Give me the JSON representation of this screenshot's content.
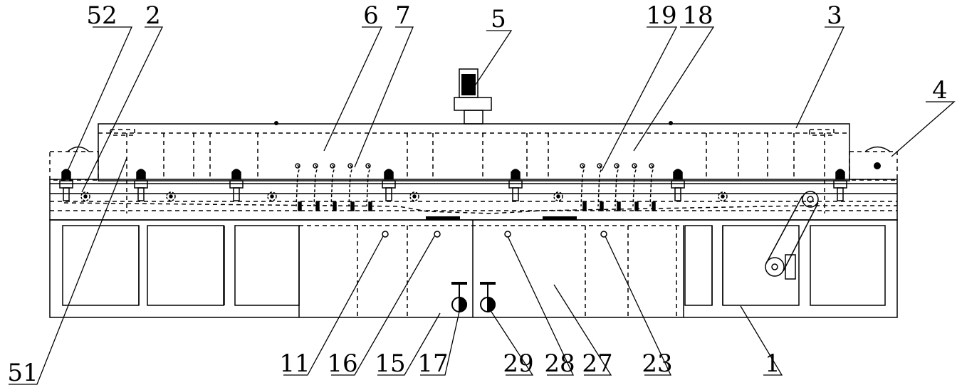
{
  "labels": {
    "l52": "52",
    "l2": "2",
    "l6": "6",
    "l7": "7",
    "l5": "5",
    "l19": "19",
    "l18": "18",
    "l3": "3",
    "l4": "4",
    "l51": "51",
    "l11": "11",
    "l16": "16",
    "l15": "15",
    "l17": "17",
    "l29": "29",
    "l28": "28",
    "l27": "27",
    "l23": "23",
    "l1": "1"
  },
  "colors": {
    "line": "#000000",
    "background": "#ffffff"
  }
}
